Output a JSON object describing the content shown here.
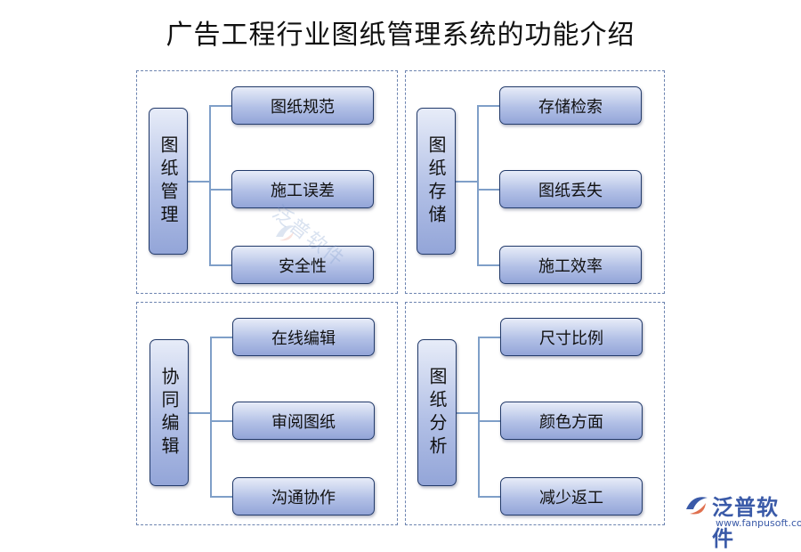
{
  "title": "广告工程行业图纸管理系统的功能介绍",
  "sections": [
    {
      "category": "图纸管理",
      "items": [
        "图纸规范",
        "施工误差",
        "安全性"
      ]
    },
    {
      "category": "图纸存储",
      "items": [
        "存储检索",
        "图纸丢失",
        "施工效率"
      ]
    },
    {
      "category": "协同编辑",
      "items": [
        "在线编辑",
        "审阅图纸",
        "沟通协作"
      ]
    },
    {
      "category": "图纸分析",
      "items": [
        "尺寸比例",
        "颜色方面",
        "减少返工"
      ]
    }
  ],
  "watermark": "泛普软件",
  "logo": {
    "name": "泛普软件",
    "url": "www.fanpusoft.com"
  },
  "colors": {
    "box_fill": "#b2c0e6",
    "box_border": "#223a6a",
    "connector": "#7f9fc8",
    "frame": "#6d84b0"
  }
}
